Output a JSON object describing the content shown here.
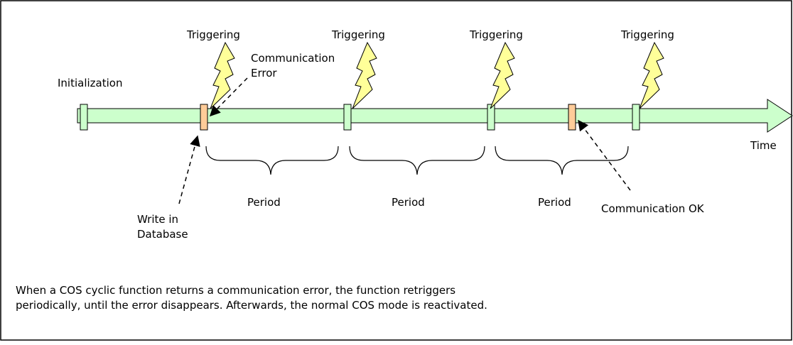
{
  "labels": {
    "initialization": "Initialization",
    "triggering": "Triggering",
    "communication_error_line1": "Communication",
    "communication_error_line2": "Error",
    "time": "Time",
    "period": "Period",
    "write_line1": "Write in",
    "write_line2": "Database",
    "communication_ok": "Communication OK"
  },
  "caption": {
    "line1": "When a COS cyclic function returns a communication error, the function retriggers",
    "line2": "periodically, until the error disappears. Afterwards, the normal COS mode is reactivated."
  },
  "colors": {
    "timeline_fill": "#ccffcc",
    "marker_normal": "#ccffcc",
    "marker_error": "#ffcc99",
    "lightning_fill": "#ffff99",
    "stroke": "#000000"
  }
}
